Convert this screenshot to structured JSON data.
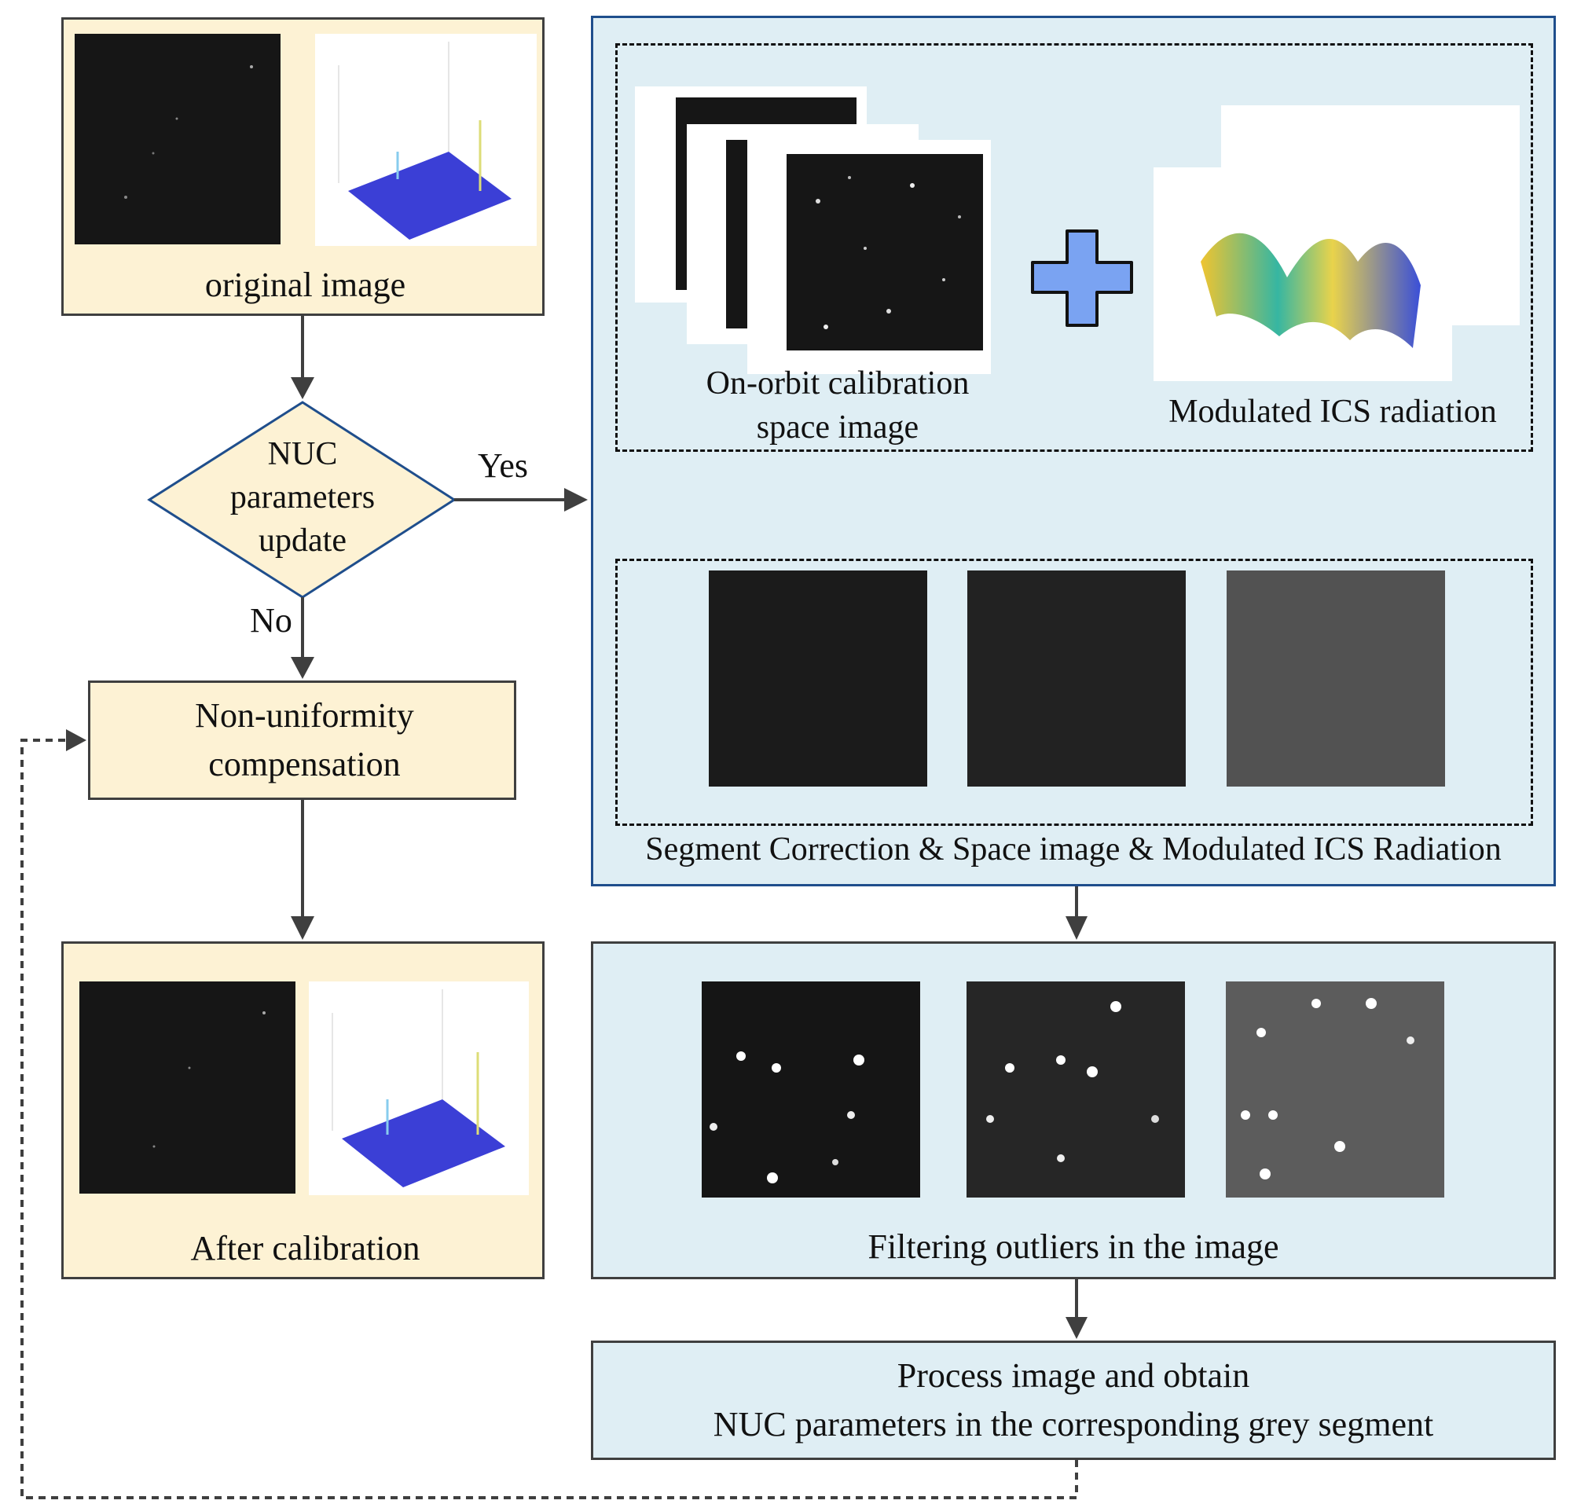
{
  "diagram": {
    "original_image_label": "original image",
    "decision_label_line1": "NUC",
    "decision_label_line2": "parameters",
    "decision_label_line3": "update",
    "yes_label": "Yes",
    "no_label": "No",
    "nuc_compensation_line1": "Non-uniformity",
    "nuc_compensation_line2": "compensation",
    "after_calibration_label": "After calibration",
    "space_image_label_line1": "On-orbit calibration",
    "space_image_label_line2": "space image",
    "ics_label": "Modulated ICS radiation",
    "segment_label": "Segment Correction & Space image & Modulated ICS Radiation",
    "filtering_label": "Filtering outliers in the image",
    "process_line1": "Process image and obtain",
    "process_line2": "NUC parameters in the corresponding grey segment"
  },
  "colors": {
    "yellow_box": "#fdf2d4",
    "blue_box": "#dfeef4",
    "blue_border": "#1f4e8c",
    "arrow_fill": "#7aa3f2"
  }
}
